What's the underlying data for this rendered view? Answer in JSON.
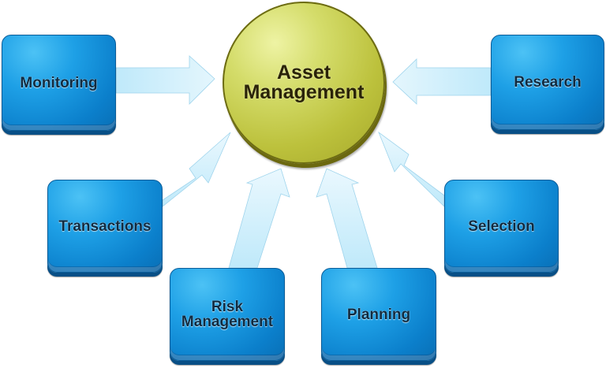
{
  "diagram": {
    "center": {
      "line1": "Asset",
      "line2": "Management"
    },
    "nodes": [
      {
        "id": "monitoring",
        "label": "Monitoring"
      },
      {
        "id": "transactions",
        "label": "Transactions"
      },
      {
        "id": "risk",
        "line1": "Risk",
        "line2": "Management"
      },
      {
        "id": "planning",
        "label": "Planning"
      },
      {
        "id": "selection",
        "label": "Selection"
      },
      {
        "id": "research",
        "label": "Research"
      }
    ],
    "colors": {
      "box": "#1ea0e6",
      "circle": "#c2c842",
      "arrow": "#cdeefb",
      "text": "#0f2a40"
    }
  }
}
